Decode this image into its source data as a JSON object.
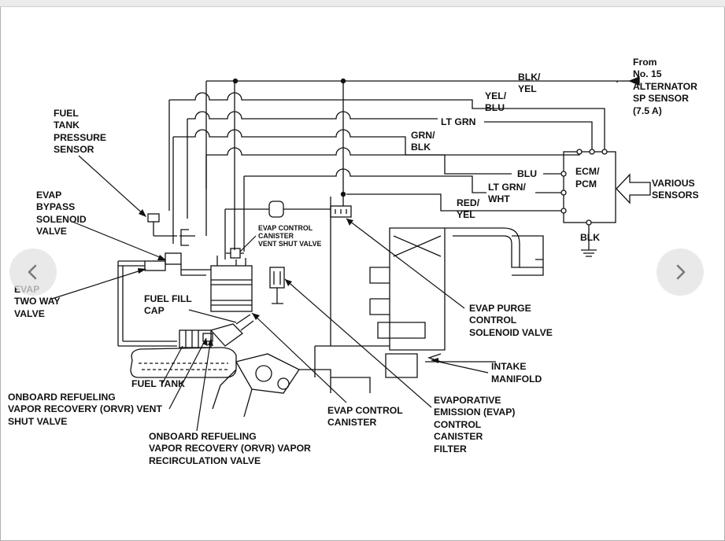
{
  "labels": {
    "from": "From",
    "no15": "No. 15",
    "alternator": "ALTERNATOR",
    "sp_sensor": "SP SENSOR",
    "amps": "(7.5 A)",
    "blk_yel_1": "BLK/",
    "blk_yel_2": "YEL",
    "yel_blu_1": "YEL/",
    "yel_blu_2": "BLU",
    "lt_grn": "LT GRN",
    "grn_blk_1": "GRN/",
    "grn_blk_2": "BLK",
    "blu": "BLU",
    "lt_grn_wht_1": "LT GRN/",
    "lt_grn_wht_2": "WHT",
    "red_yel_1": "RED/",
    "red_yel_2": "YEL",
    "ecm_1": "ECM/",
    "ecm_2": "PCM",
    "blk": "BLK",
    "various_1": "VARIOUS",
    "various_2": "SENSORS",
    "ftps_1": "FUEL",
    "ftps_2": "TANK",
    "ftps_3": "PRESSURE",
    "ftps_4": "SENSOR",
    "bypass_1": "EVAP",
    "bypass_2": "BYPASS",
    "bypass_3": "SOLENOID",
    "bypass_4": "VALVE",
    "vsv_1": "EVAP CONTROL",
    "vsv_2": "CANISTER",
    "vsv_3": "VENT SHUT VALVE",
    "twoway_1": "EVAP",
    "twoway_2": "TWO WAY",
    "twoway_3": "VALVE",
    "fillcap_1": "FUEL FILL",
    "fillcap_2": "CAP",
    "fueltank": "FUEL TANK",
    "orvr_vent_1": "ONBOARD REFUELING",
    "orvr_vent_2": "VAPOR RECOVERY (ORVR) VENT",
    "orvr_vent_3": "SHUT VALVE",
    "orvr_recirc_1": "ONBOARD REFUELING",
    "orvr_recirc_2": "VAPOR RECOVERY (ORVR) VAPOR",
    "orvr_recirc_3": "RECIRCULATION VALVE",
    "canister_1": "EVAP CONTROL",
    "canister_2": "CANISTER",
    "filter_1": "EVAPORATIVE",
    "filter_2": "EMISSION (EVAP)",
    "filter_3": "CONTROL",
    "filter_4": "CANISTER",
    "filter_5": "FILTER",
    "purge_1": "EVAP PURGE",
    "purge_2": "CONTROL",
    "purge_3": "SOLENOID VALVE",
    "intake_1": "INTAKE",
    "intake_2": "MANIFOLD"
  },
  "nav": {
    "prev_icon": "chevron-left-icon",
    "next_icon": "chevron-right-icon"
  },
  "colors": {
    "line": "#111111",
    "nav_bg": "#e1e1e1",
    "nav_arrow": "#7a7a7a"
  }
}
